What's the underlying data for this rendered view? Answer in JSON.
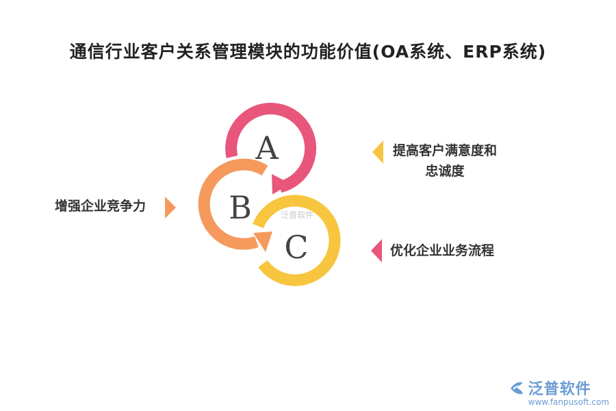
{
  "title": "通信行业客户关系管理模块的功能价值(OA系统、ERP系统)",
  "rings": [
    {
      "letter": "A",
      "color": "#e8577b"
    },
    {
      "letter": "B",
      "color": "#f59a5c"
    },
    {
      "letter": "C",
      "color": "#f7c53e"
    }
  ],
  "labels": {
    "a_line1": "提高客户满意度和",
    "a_line2": "忠诚度",
    "b": "增强企业竞争力",
    "c": "优化企业业务流程"
  },
  "center_watermark": "泛普软件",
  "watermark": {
    "name": "泛普软件",
    "url": "www.fanpusoft.com"
  }
}
